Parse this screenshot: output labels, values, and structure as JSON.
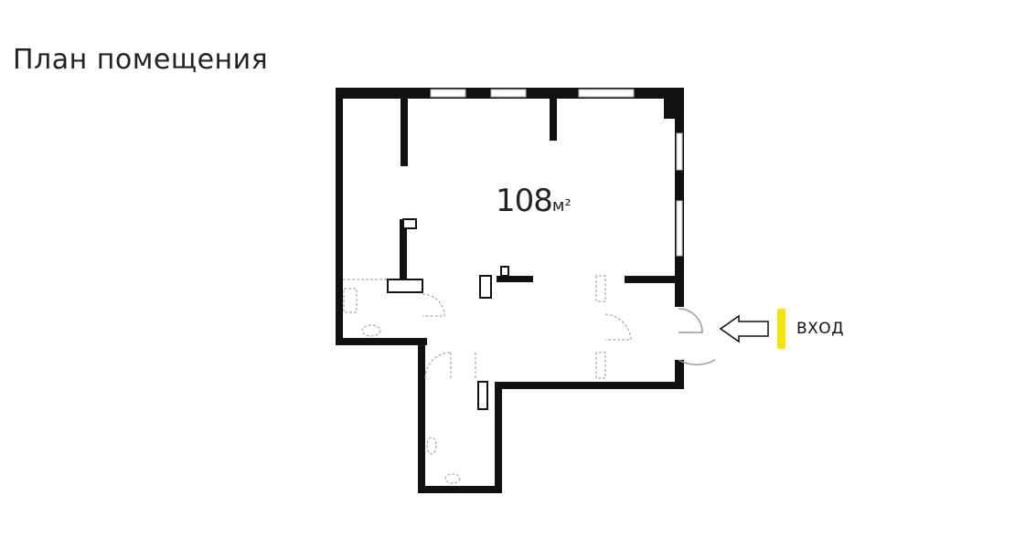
{
  "title": "План помещения",
  "area": {
    "value": "108",
    "unit": "м²"
  },
  "entry": {
    "label": "ВХОД",
    "marker_color": "#f5e400"
  },
  "colors": {
    "wall": "#111111",
    "window": "#ffffff",
    "fixture": "#999999"
  }
}
